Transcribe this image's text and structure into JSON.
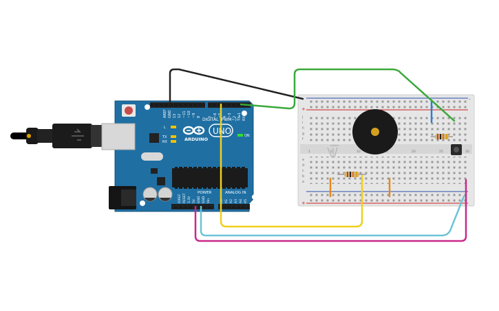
{
  "board": {
    "brand": "ARDUINO",
    "model": "UNO",
    "digital_label": "DIGITAL (PWM~)",
    "power_label": "POWER",
    "analog_label": "ANALOG IN",
    "on_label": "ON",
    "led_labels": [
      "L",
      "TX",
      "RX"
    ],
    "header_top_pins": [
      "AREF",
      "GND",
      "13",
      "12",
      "~11",
      "~10",
      "~9",
      "8",
      "7",
      "~6",
      "~5",
      "4",
      "~3",
      "2",
      "TX▸1",
      "RX◂0"
    ],
    "power_pins": [
      "IOREF",
      "RESET",
      "3.3V",
      "5V",
      "GND",
      "GND",
      "Vin"
    ],
    "analog_pins": [
      "A0",
      "A1",
      "A2",
      "A3",
      "A4",
      "A5"
    ]
  },
  "breadboard": {
    "row_letters_top": [
      "a",
      "b",
      "c",
      "d",
      "e"
    ],
    "row_letters_bottom": [
      "f",
      "g",
      "h",
      "i",
      "j"
    ],
    "rail_plus": "+",
    "rail_minus": "-",
    "column_numbers": [
      "1",
      "5",
      "10",
      "15",
      "20",
      "25",
      "30"
    ]
  },
  "colors": {
    "board": "#1f6fa3",
    "wire_black": "#222222",
    "wire_green": "#3aa83a",
    "wire_yellow": "#f0d01c",
    "wire_cyan": "#6cc3d6",
    "wire_magenta": "#c9288a",
    "wire_blue": "#2a7fd4",
    "wire_orange": "#e8891c",
    "rail_red": "#d02020",
    "rail_blue": "#2a4fb0"
  }
}
